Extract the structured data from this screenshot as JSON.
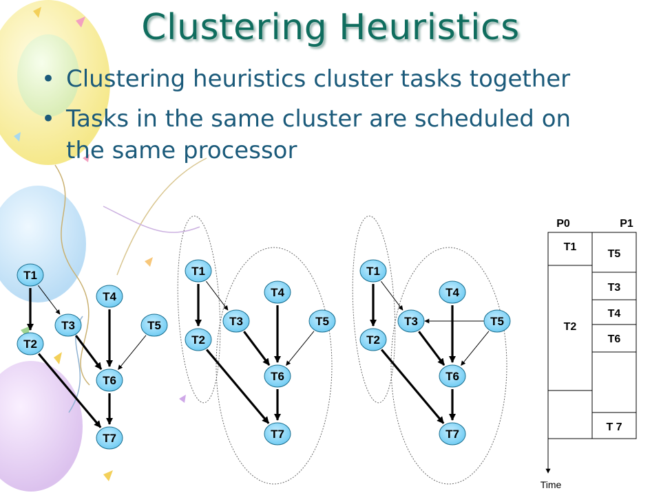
{
  "title": "Clustering Heuristics",
  "bullets": [
    "Clustering heuristics cluster tasks together",
    "Tasks in the same cluster are scheduled on the same processor"
  ],
  "graph": {
    "nodes": [
      "T1",
      "T2",
      "T3",
      "T4",
      "T5",
      "T6",
      "T7"
    ]
  },
  "schedule": {
    "processors": [
      "P0",
      "P1"
    ],
    "p0_tasks": [
      "T1",
      "T2"
    ],
    "p1_tasks": [
      "T5",
      "T3",
      "T4",
      "T6",
      "T 7"
    ],
    "time_label": "Time"
  },
  "colors": {
    "title": "#0f6d5e",
    "bullet_text": "#1b5a7a",
    "node_fill": "#7dd3f7",
    "node_stroke": "#1a6e8e"
  }
}
